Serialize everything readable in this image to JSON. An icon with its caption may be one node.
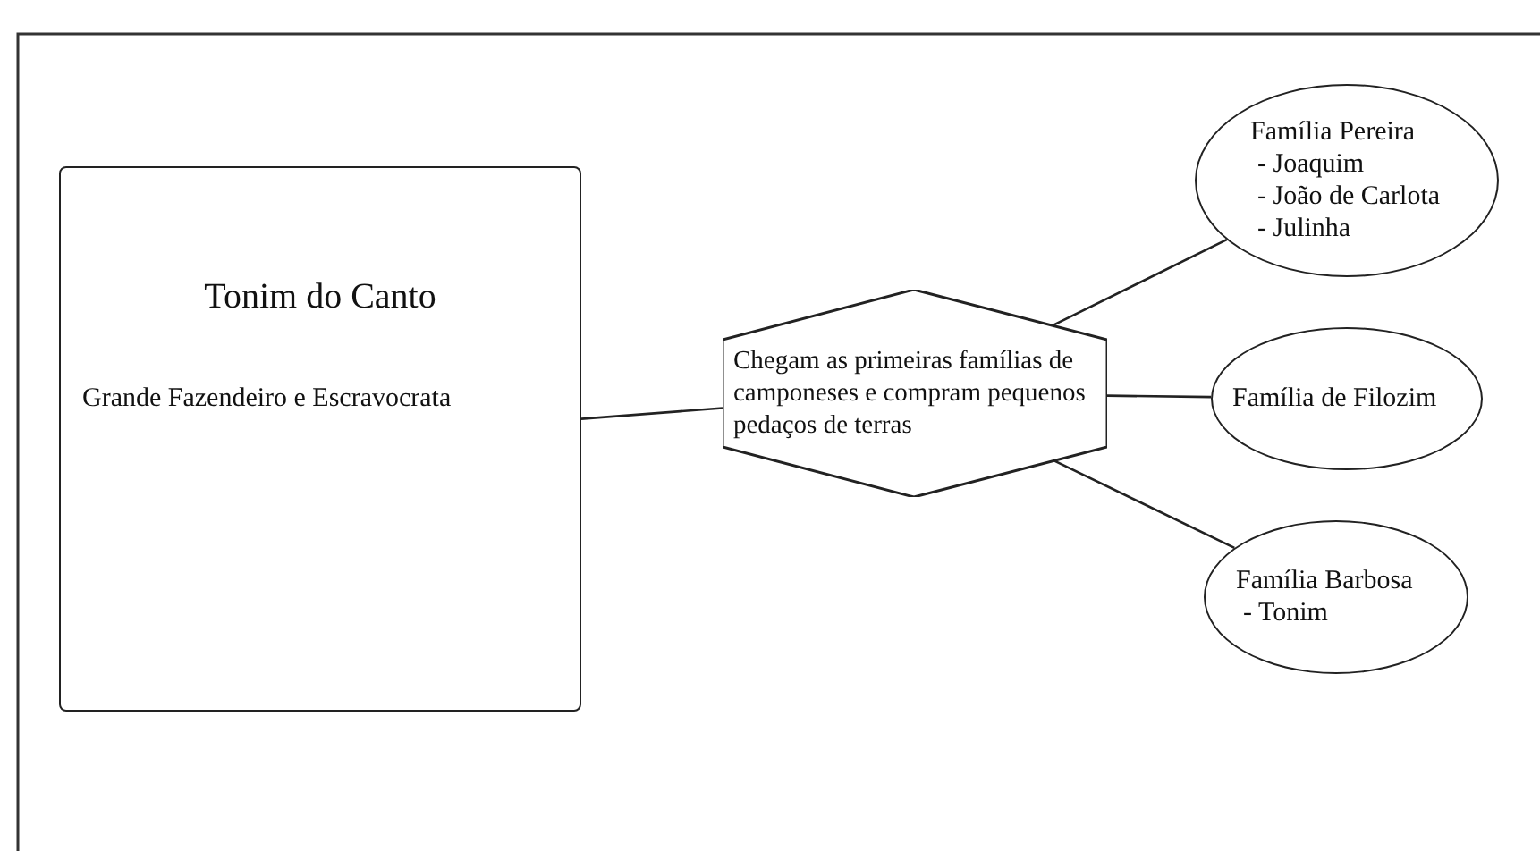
{
  "diagram": {
    "nodes": [
      {
        "text": [
          "Tonim do Canto",
          "Grande Fazendeiro e Escravocrata"
        ]
      },
      {
        "text": [
          "Chegam as primeiras famílias de camponeses e compram pequenos pedaços de terras"
        ]
      },
      {
        "text": [
          "Família Pereira",
          "- Joaquim",
          "- João de Carlota",
          "- Julinha"
        ]
      },
      {
        "text": [
          "Família de  Filozim"
        ]
      },
      {
        "text": [
          "Família Barbosa",
          "- Tonim"
        ]
      }
    ],
    "edges": [
      {
        "from": 0,
        "to": 1,
        "arrow": "none"
      },
      {
        "from": 1,
        "to": 2,
        "arrow": "none"
      },
      {
        "from": 1,
        "to": 3,
        "arrow": "none"
      },
      {
        "from": 1,
        "to": 4,
        "arrow": "none"
      }
    ]
  }
}
